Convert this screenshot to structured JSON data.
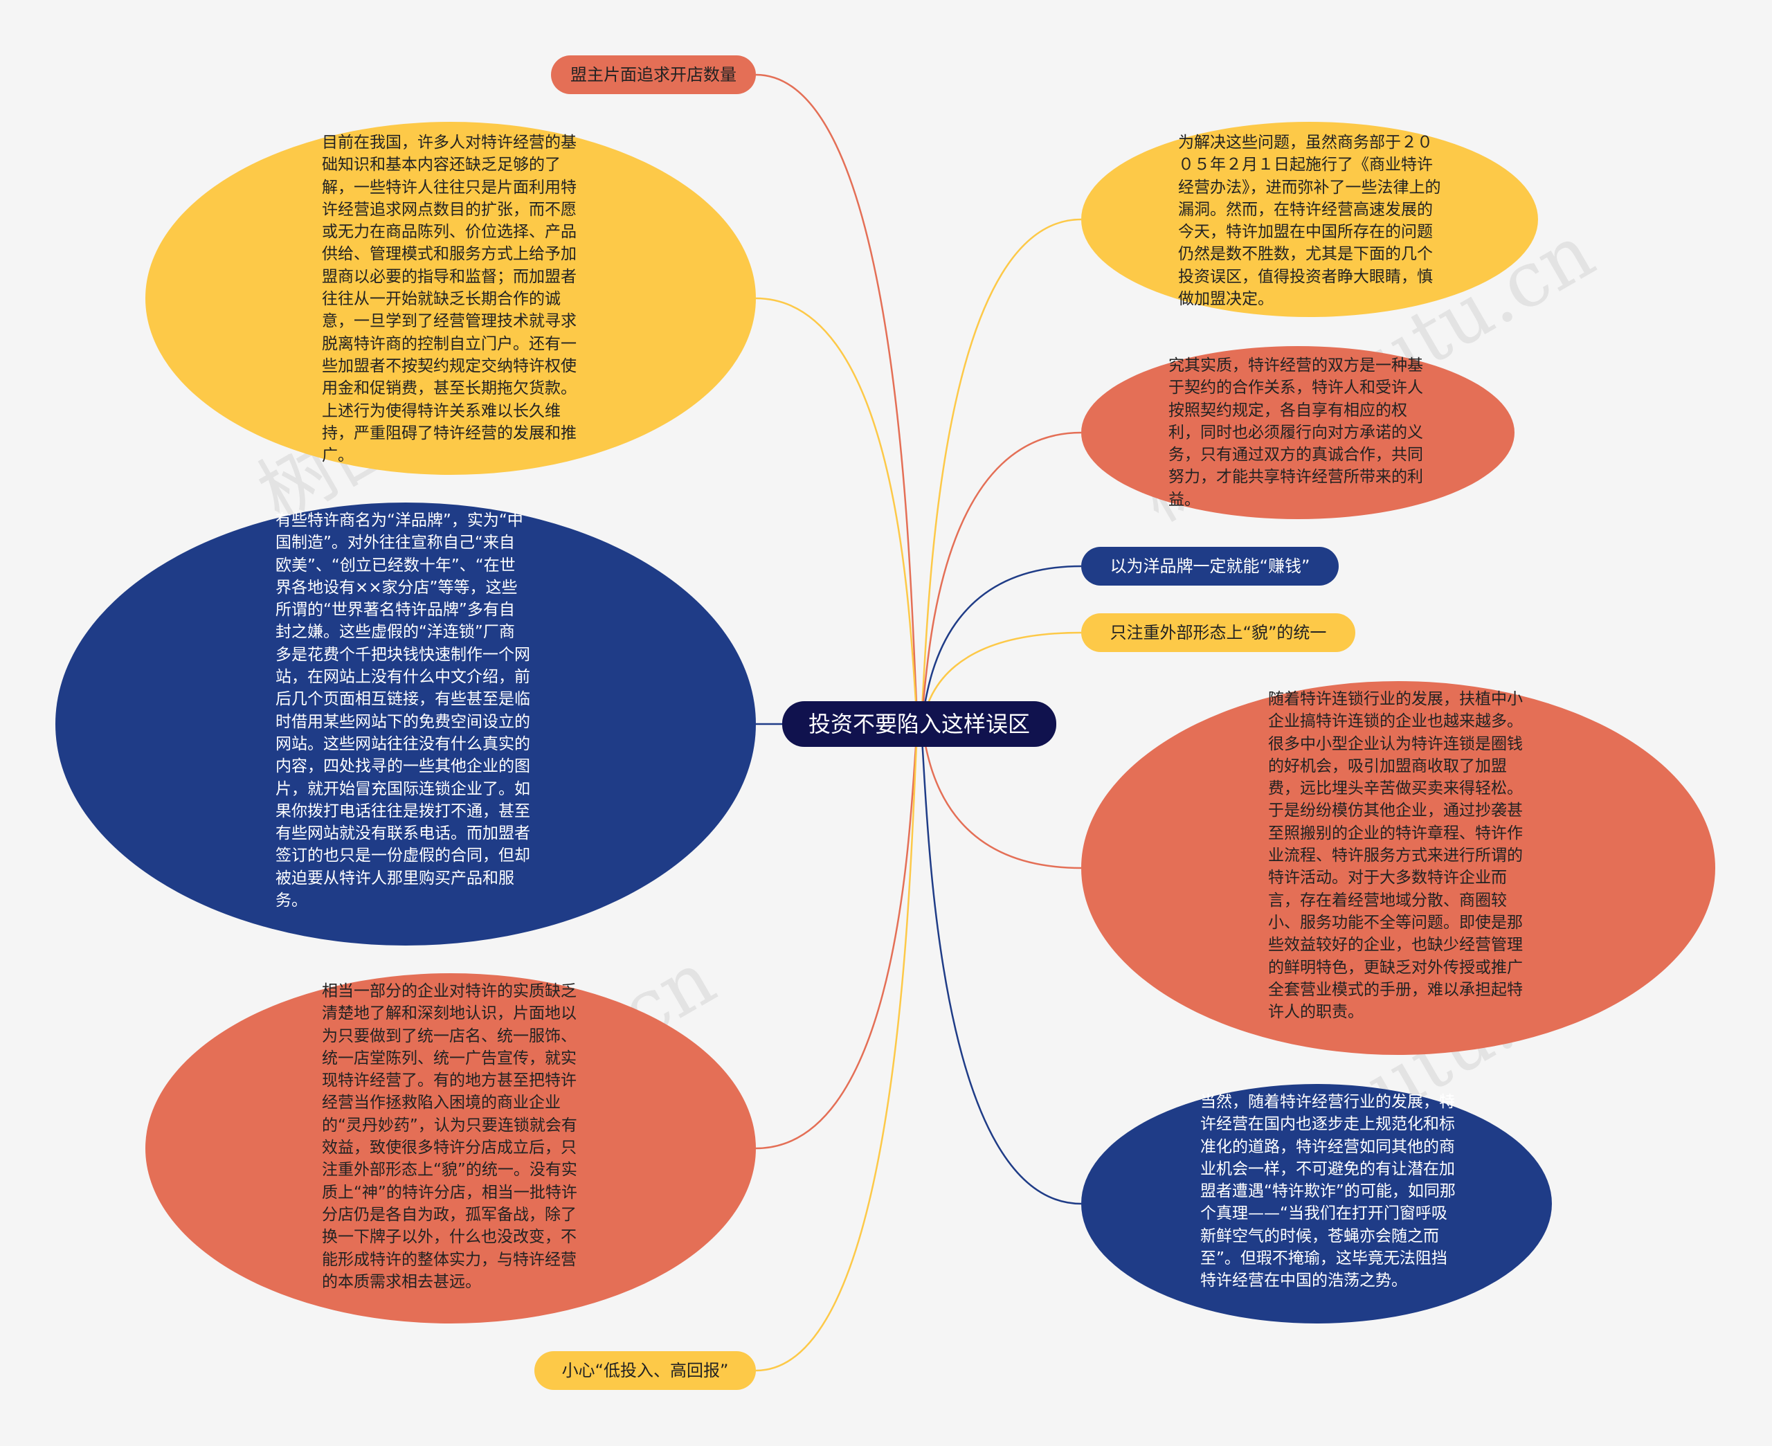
{
  "center": {
    "label": "投资不要陷入这样误区"
  },
  "watermark": "树图 shutu.cn",
  "colors": {
    "yellow": "#fdc948",
    "red": "#e46f56",
    "blue": "#1f3c87",
    "center": "#10124e",
    "background": "#f5f5f5"
  },
  "left_nodes": [
    {
      "id": "L1",
      "color": "red",
      "shape": "pill",
      "text": "盟主片面追求开店数量"
    },
    {
      "id": "L2",
      "color": "yellow",
      "shape": "blob",
      "text": "目前在我国，许多人对特许经营的基础知识和基本内容还缺乏足够的了解，一些特许人往往只是片面利用特许经营追求网点数目的扩张，而不愿或无力在商品陈列、价位选择、产品供给、管理模式和服务方式上给予加盟商以必要的指导和监督；而加盟者往往从一开始就缺乏长期合作的诚意，一旦学到了经营管理技术就寻求脱离特许商的控制自立门户。还有一些加盟者不按契约规定交纳特许权使用金和促销费，甚至长期拖欠货款。上述行为使得特许关系难以长久维持，严重阻碍了特许经营的发展和推广。"
    },
    {
      "id": "L3",
      "color": "blue",
      "shape": "blob",
      "text": "有些特许商名为“洋品牌”，实为“中国制造”。对外往往宣称自己“来自欧美”、“创立已经数十年”、“在世界各地设有××家分店”等等，这些所谓的“世界著名特许品牌”多有自封之嫌。这些虚假的“洋连锁”厂商多是花费个千把块钱快速制作一个网站，在网站上没有什么中文介绍，前后几个页面相互链接，有些甚至是临时借用某些网站下的免费空间设立的网站。这些网站往往没有什么真实的内容，四处找寻的一些其他企业的图片，就开始冒充国际连锁企业了。如果你拨打电话往往是拨打不通，甚至有些网站就没有联系电话。而加盟者签订的也只是一份虚假的合同，但却被迫要从特许人那里购买产品和服务。"
    },
    {
      "id": "L4",
      "color": "red",
      "shape": "blob",
      "text": "相当一部分的企业对特许的实质缺乏清楚地了解和深刻地认识，片面地以为只要做到了统一店名、统一服饰、统一店堂陈列、统一广告宣传，就实现特许经营了。有的地方甚至把特许经营当作拯救陷入困境的商业企业的“灵丹妙药”，认为只要连锁就会有效益，致使很多特许分店成立后，只注重外部形态上“貌”的统一。没有实质上“神”的特许分店，相当一批特许分店仍是各自为政，孤军备战，除了换一下牌子以外，什么也没改变，不能形成特许的整体实力，与特许经营的本质需求相去甚远。"
    },
    {
      "id": "L5",
      "color": "yellow",
      "shape": "pill",
      "text": "小心“低投入、高回报”"
    }
  ],
  "right_nodes": [
    {
      "id": "R1",
      "color": "yellow",
      "shape": "blob",
      "text": "为解决这些问题，虽然商务部于２００５年２月１日起施行了《商业特许经营办法》，进而弥补了一些法律上的漏洞。然而，在特许经营高速发展的今天，特许加盟在中国所存在的问题仍然是数不胜数，尤其是下面的几个投资误区，值得投资者睁大眼睛，慎做加盟决定。"
    },
    {
      "id": "R2",
      "color": "red",
      "shape": "blob",
      "text": "究其实质，特许经营的双方是一种基于契约的合作关系，特许人和受许人按照契约规定，各自享有相应的权利，同时也必须履行向对方承诺的义务，只有通过双方的真诚合作，共同努力，才能共享特许经营所带来的利益。"
    },
    {
      "id": "R3",
      "color": "blue",
      "shape": "pill",
      "text": "以为洋品牌一定就能“赚钱”"
    },
    {
      "id": "R4",
      "color": "yellow",
      "shape": "pill",
      "text": "只注重外部形态上“貌”的统一"
    },
    {
      "id": "R5",
      "color": "red",
      "shape": "blob",
      "text": "随着特许连锁行业的发展，扶植中小企业搞特许连锁的企业也越来越多。很多中小型企业认为特许连锁是圈钱的好机会，吸引加盟商收取了加盟费，远比埋头辛苦做买卖来得轻松。于是纷纷模仿其他企业，通过抄袭甚至照搬别的企业的特许章程、特许作业流程、特许服务方式来进行所谓的特许活动。对于大多数特许企业而言，存在着经营地域分散、商圈较小、服务功能不全等问题。即使是那些效益较好的企业，也缺少经营管理的鲜明特色，更缺乏对外传授或推广全套营业模式的手册，难以承担起特许人的职责。"
    },
    {
      "id": "R6",
      "color": "blue",
      "shape": "blob",
      "text": "当然，随着特许经营行业的发展，特许经营在国内也逐步走上规范化和标准化的道路，特许经营如同其他的商业机会一样，不可避免的有让潜在加盟者遭遇“特许欺诈”的可能，如同那个真理——“当我们在打开门窗呼吸新鲜空气的时候，苍蝇亦会随之而至”。但瑕不掩瑜，这毕竟无法阻挡特许经营在中国的浩荡之势。"
    }
  ]
}
